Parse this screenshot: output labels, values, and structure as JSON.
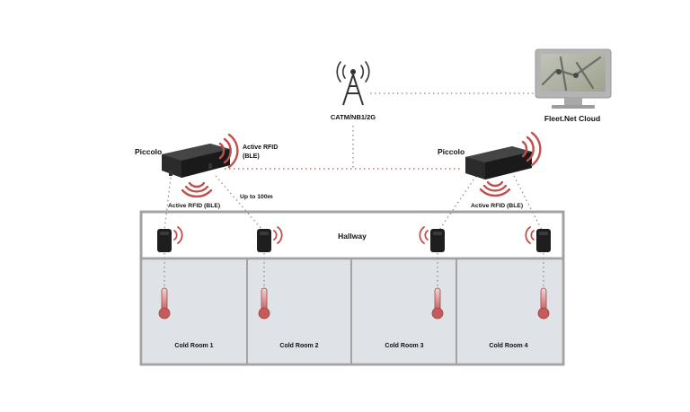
{
  "tower": {
    "label": "CATM/NB1/2G"
  },
  "cloud": {
    "label": "Fleet.Net Cloud"
  },
  "gateways": [
    {
      "name": "Piccolo",
      "radio_label_1": "Active RFID",
      "radio_label_2": "(BLE)",
      "down_label": "Active RFID (BLE)",
      "range_label": "Up to 100m"
    },
    {
      "name": "Piccolo",
      "down_label": "Active RFID (BLE)"
    }
  ],
  "hallway": {
    "label": "Hallway"
  },
  "rooms": [
    {
      "label": "Cold Room 1"
    },
    {
      "label": "Cold Room 2"
    },
    {
      "label": "Cold Room 3"
    },
    {
      "label": "Cold Room 4"
    }
  ],
  "colors": {
    "signal": "#c0504d",
    "dotted_link": "#c0504d",
    "dotted_gray": "#888888",
    "building_border": "#a3a3a3",
    "room_fill": "#dfe3e8",
    "device": "#1e1e1e"
  }
}
